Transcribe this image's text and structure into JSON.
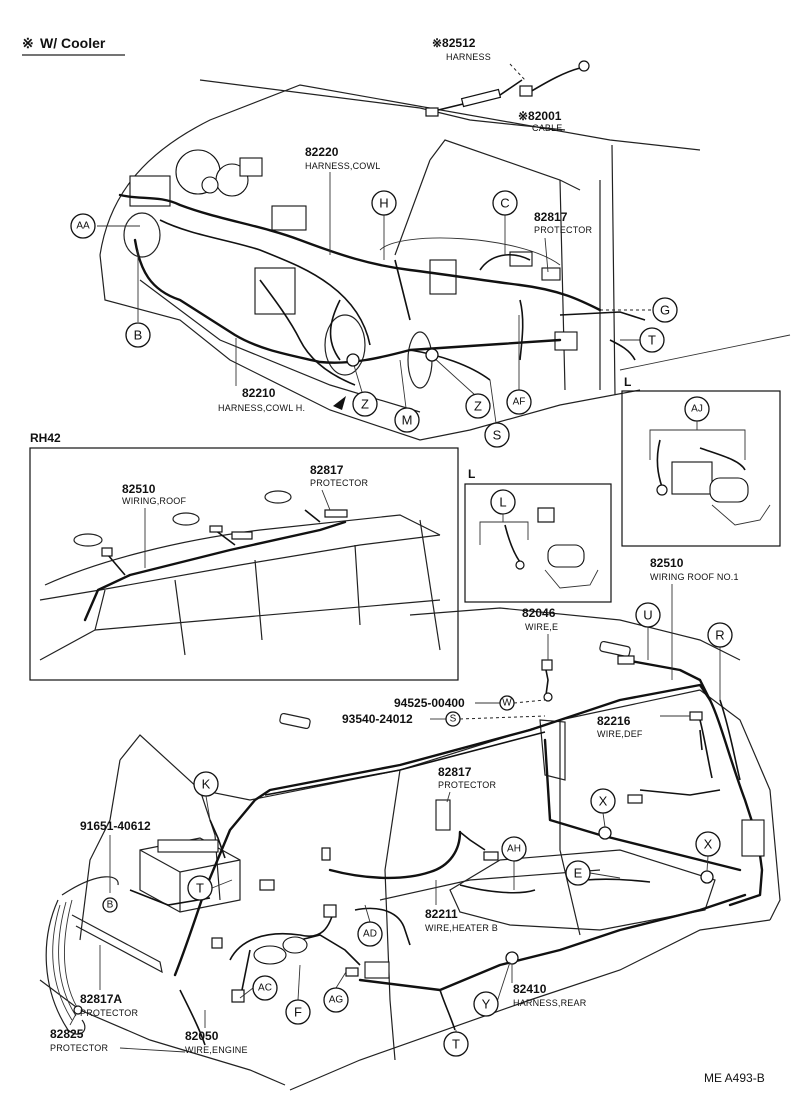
{
  "header": {
    "mark": "※",
    "text": "W/ Cooler"
  },
  "footer": {
    "code": "ME  A493-B"
  },
  "labels": {
    "p82512": "※82512",
    "p82512_name": "HARNESS",
    "p82001": "※82001",
    "p82001_name": "CABLE",
    "p82220": "82220",
    "p82220_name": "HARNESS,COWL",
    "p82817_top": "82817",
    "p82817_top_name": "PROTECTOR",
    "p82210": "82210",
    "p82210_name": "HARNESS,COWL H.",
    "rh42": "RH42",
    "p82510_rh": "82510",
    "p82510_rh_name": "WIRING,ROOF",
    "p82817_rh": "82817",
    "p82817_rh_name": "PROTECTOR",
    "p82510": "82510",
    "p82510_name": "WIRING ROOF NO.1",
    "inset_l1": "L",
    "inset_l2": "L",
    "p82046": "82046",
    "p82046_name": "WIRE,E",
    "p94525": "94525-00400",
    "p93540": "93540-24012",
    "p82216": "82216",
    "p82216_name": "WIRE,DEF",
    "p82817_mid": "82817",
    "p82817_mid_name": "PROTECTOR",
    "p91651": "91651-40612",
    "p82211": "82211",
    "p82211_name": "WIRE,HEATER B",
    "p82410": "82410",
    "p82410_name": "HARNESS,REAR",
    "p82817a": "82817A",
    "p82817a_name": "PROTECTOR",
    "p82825": "82825",
    "p82825_name": "PROTECTOR",
    "p82050": "82050",
    "p82050_name": "WIRE,ENGINE"
  },
  "callouts": {
    "AA": "AA",
    "B": "B",
    "H": "H",
    "C": "C",
    "G": "G",
    "T": "T",
    "Z": "Z",
    "M": "M",
    "S": "S",
    "AF": "AF",
    "AJ": "AJ",
    "L": "L",
    "U": "U",
    "R": "R",
    "W": "W",
    "Ssm": "S",
    "X": "X",
    "E": "E",
    "AH": "AH",
    "K": "K",
    "Bsm": "B",
    "AD": "AD",
    "AC": "AC",
    "F": "F",
    "AG": "AG",
    "Y": "Y"
  }
}
